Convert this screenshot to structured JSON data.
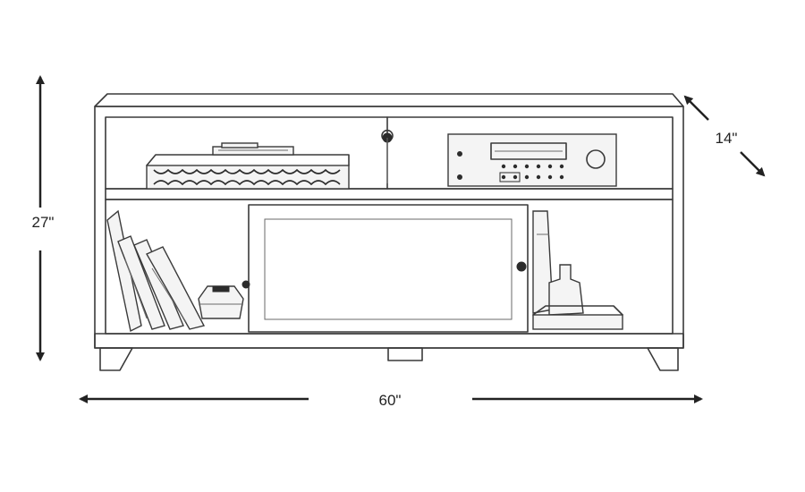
{
  "dimensions": {
    "height": "27\"",
    "depth": "14\"",
    "width": "60\""
  },
  "colors": {
    "line": "#3a3a3a",
    "label": "#222222",
    "background": "#ffffff"
  },
  "icons": {
    "height_arrow": "double-headed-vertical-arrow",
    "depth_arrow": "double-headed-diagonal-arrow",
    "width_arrow": "double-headed-horizontal-arrow"
  }
}
